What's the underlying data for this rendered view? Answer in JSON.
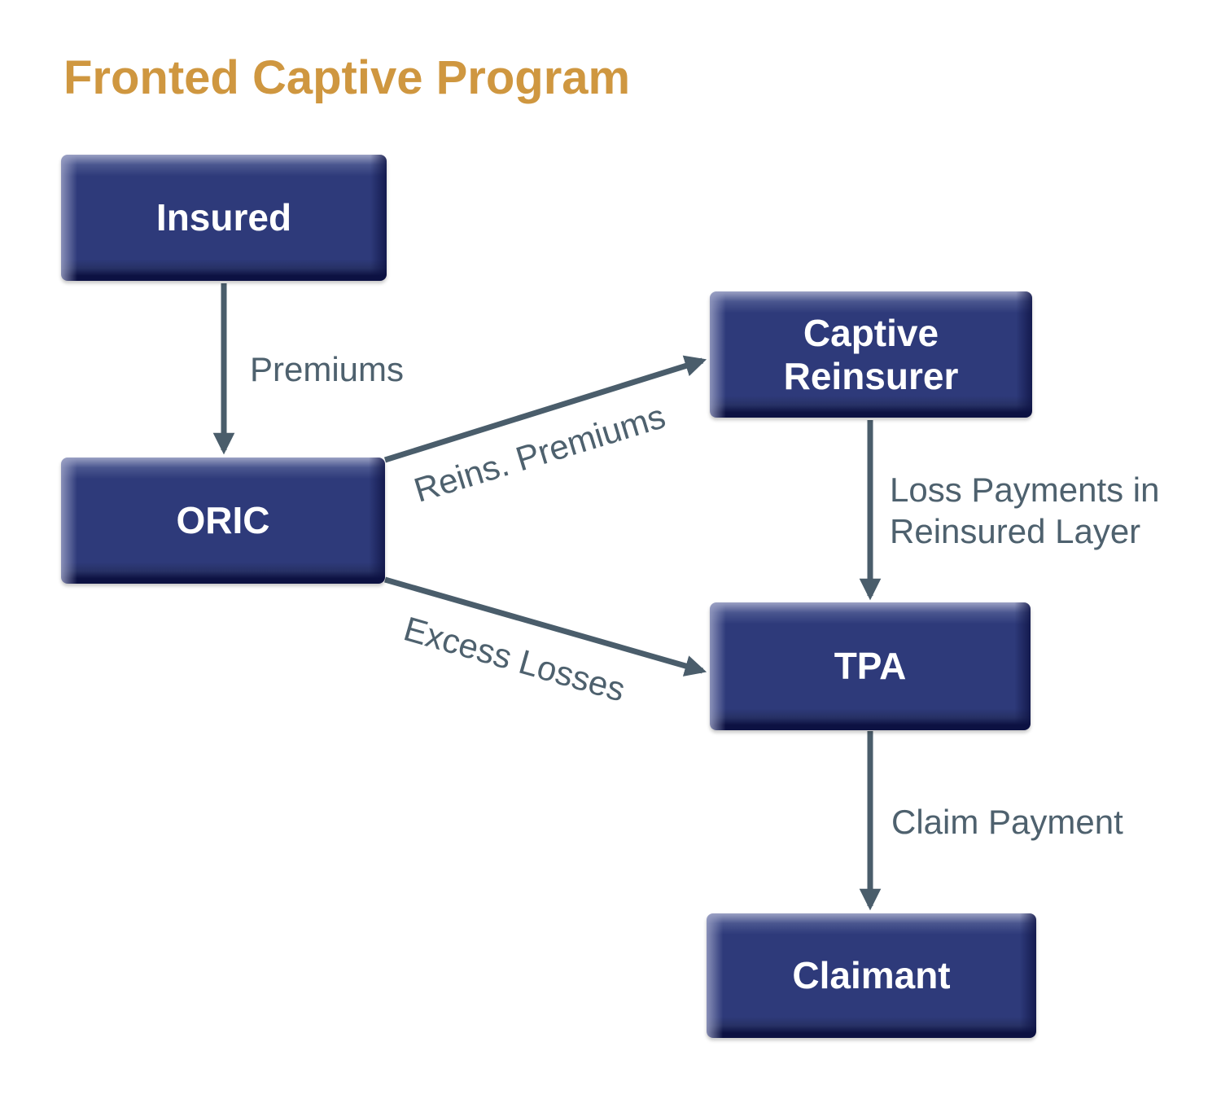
{
  "title": "Fronted Captive Program",
  "colors": {
    "background": "#FFFFFF",
    "title_text": "#CF9740",
    "node_fill": "#2E3A7A",
    "node_highlight": "#9BA1C4",
    "node_shadow": "#0C1142",
    "node_text": "#FFFFFF",
    "arrow": "#4A5D6B",
    "edge_label_text": "#4E616E"
  },
  "diagram": {
    "type": "flowchart",
    "nodes": [
      {
        "id": "insured",
        "label": "Insured"
      },
      {
        "id": "oric",
        "label": "ORIC"
      },
      {
        "id": "captive-reinsurer",
        "label": "Captive Reinsurer"
      },
      {
        "id": "tpa",
        "label": "TPA"
      },
      {
        "id": "claimant",
        "label": "Claimant"
      }
    ],
    "edges": [
      {
        "from": "insured",
        "to": "oric",
        "label": "Premiums",
        "direction": "down"
      },
      {
        "from": "oric",
        "to": "captive-reinsurer",
        "label": "Reins. Premiums",
        "direction": "up-right"
      },
      {
        "from": "captive-reinsurer",
        "to": "tpa",
        "label": "Loss Payments in Reinsured Layer",
        "direction": "down"
      },
      {
        "from": "oric",
        "to": "tpa",
        "label": "Excess Losses",
        "direction": "down-right"
      },
      {
        "from": "tpa",
        "to": "claimant",
        "label": "Claim Payment",
        "direction": "down"
      }
    ]
  }
}
